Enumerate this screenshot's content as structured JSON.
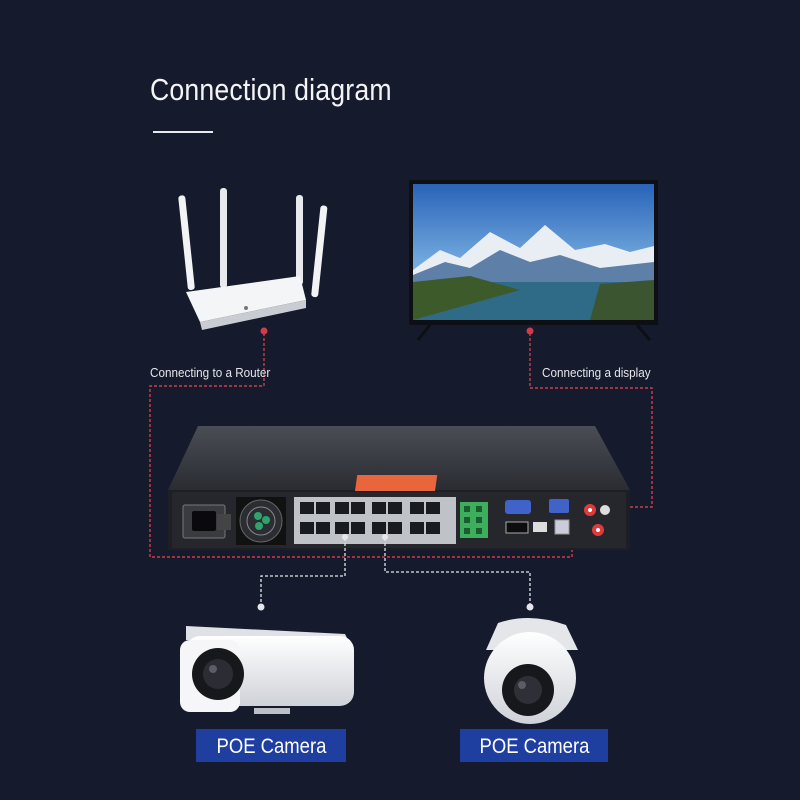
{
  "heading": {
    "title": "Connection diagram"
  },
  "connections": {
    "router_label": "Connecting to a Router",
    "display_label": "Connecting a display"
  },
  "cameras": [
    {
      "label": "POE Camera",
      "icon": "bullet-camera-icon"
    },
    {
      "label": "POE Camera",
      "icon": "dome-camera-icon"
    }
  ],
  "devices": {
    "router": "router-icon",
    "monitor": "monitor-icon",
    "nvr": "nvr-icon"
  },
  "colors": {
    "background": "#151a2c",
    "connector_line": "#d23c48",
    "camera_line": "#e6e6ea",
    "label_bg": "#1e3ea0"
  }
}
